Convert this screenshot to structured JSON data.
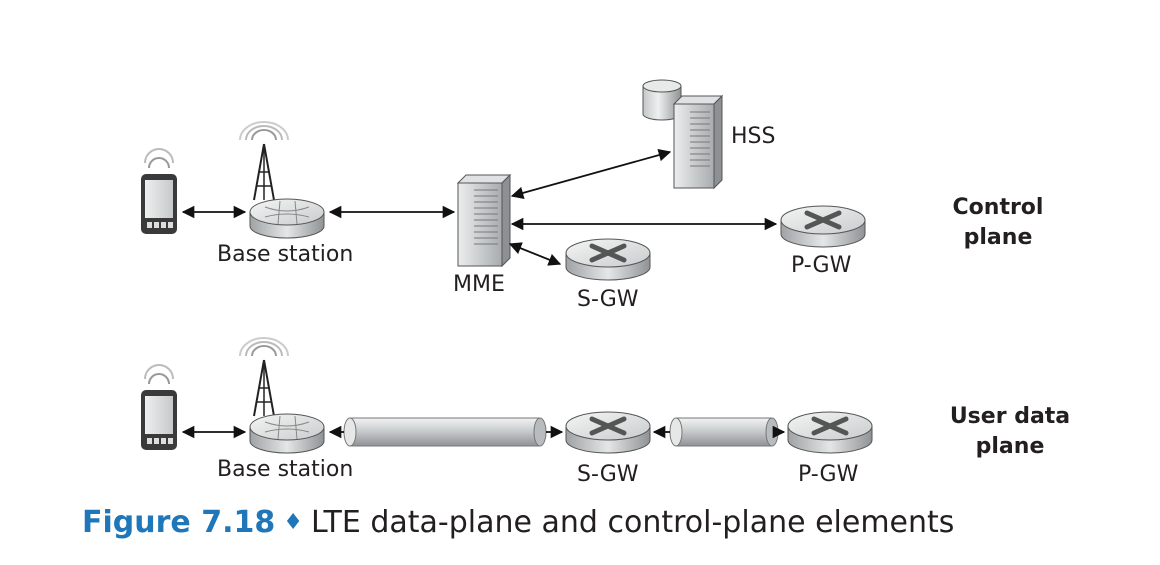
{
  "labels": {
    "bs_top": "Base station",
    "mme": "MME",
    "hss": "HSS",
    "sgw_top": "S-GW",
    "pgw_top": "P-GW",
    "bs_bottom": "Base station",
    "sgw_bottom": "S-GW",
    "pgw_bottom": "P-GW"
  },
  "planes": {
    "control_line1": "Control",
    "control_line2": "plane",
    "user_line1": "User data",
    "user_line2": "plane"
  },
  "caption": {
    "figure": "Figure 7.18",
    "separator": "♦",
    "text": "LTE data-plane and control-plane elements"
  },
  "colors": {
    "caption_accent": "#1f77b9",
    "router_body": "#d8dadb",
    "text": "#231f20"
  }
}
